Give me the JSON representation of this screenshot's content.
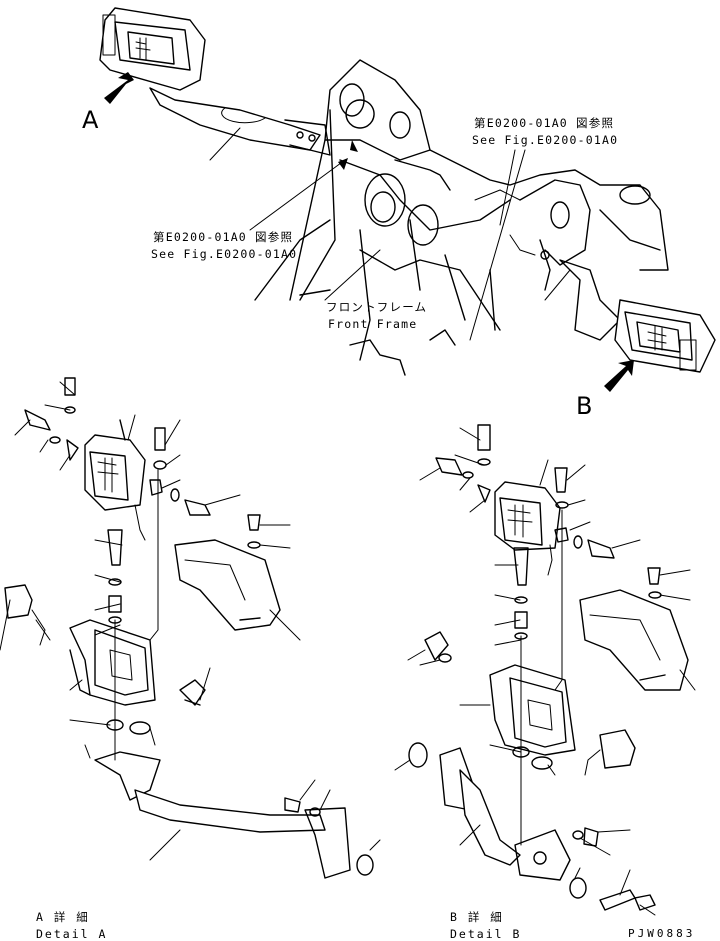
{
  "labels": {
    "view_a": "A",
    "view_b": "B",
    "ref_top_right_ja": "第E0200-01A0 図参照",
    "ref_top_right_en": "See Fig.E0200-01A0",
    "ref_center_ja": "第E0200-01A0 図参照",
    "ref_center_en": "See Fig.E0200-01A0",
    "front_frame_ja": "フロントフレーム",
    "front_frame_en": "Front Frame",
    "detail_a_ja": "A 詳 細",
    "detail_a_en": "Detail A",
    "detail_b_ja": "B 詳 細",
    "detail_b_en": "Detail B",
    "drawing_code": "PJW0883"
  },
  "colors": {
    "ink": "#000000",
    "paper": "#ffffff"
  }
}
